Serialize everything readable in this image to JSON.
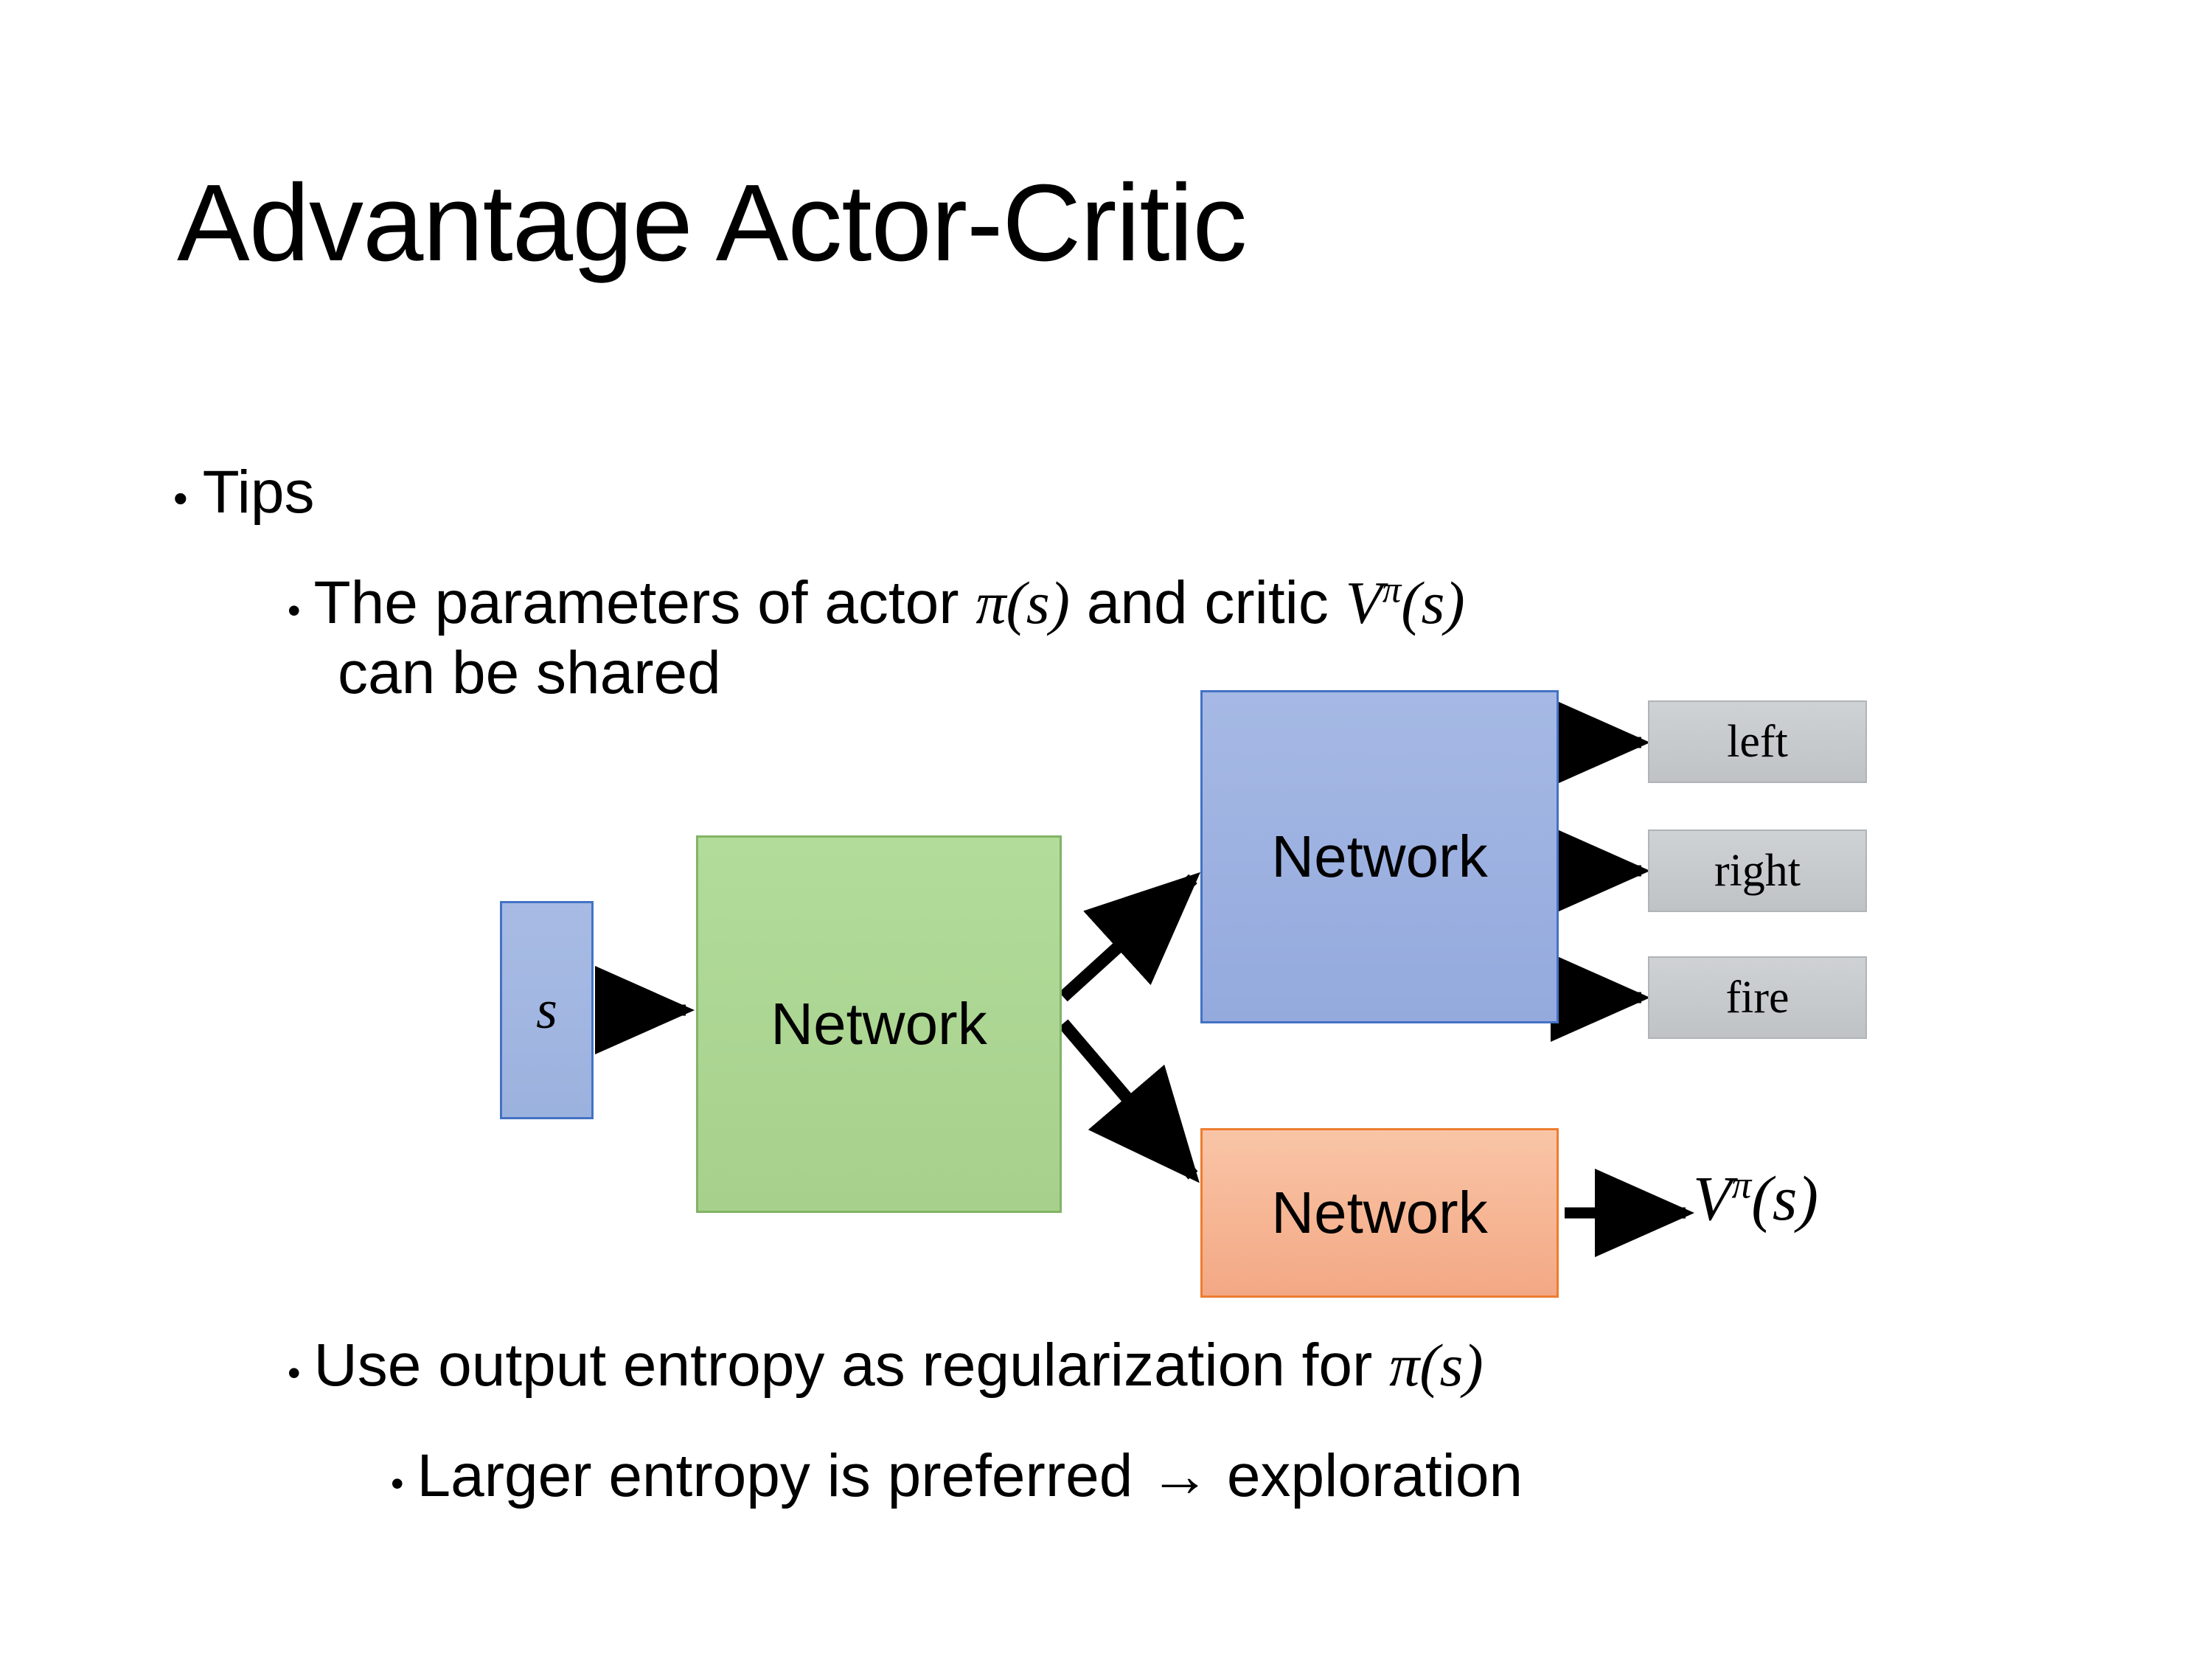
{
  "slide": {
    "title": "Advantage Actor-Critic",
    "background": "#ffffff"
  },
  "bullets": {
    "tips": {
      "marker": "•",
      "text": "Tips"
    },
    "parameters": {
      "marker": "•",
      "text_before": "The parameters of actor ",
      "math_actor": "π(s)",
      "text_middle": "  and critic ",
      "math_critic_base": "V",
      "math_critic_sup": "π",
      "math_critic_arg": "(s)",
      "text_after": "can be shared"
    },
    "entropy": {
      "marker": "•",
      "text_before": "Use output entropy as regularization for ",
      "math": "π(s)"
    },
    "larger_entropy": {
      "marker": "•",
      "text": "Larger entropy is preferred → exploration"
    }
  },
  "diagram": {
    "state_box": {
      "label": "s",
      "fill": "#9cb2de",
      "border": "#4472c4"
    },
    "shared_network": {
      "label": "Network",
      "fill": "#a6d08b",
      "border": "#82b366"
    },
    "actor_network": {
      "label": "Network",
      "fill": "#94aadd",
      "border": "#4472c4"
    },
    "critic_network": {
      "label": "Network",
      "fill": "#f3a884",
      "border": "#ed7d31"
    },
    "actions": [
      {
        "label": "left",
        "fill": "#c6cace",
        "border": "#b0b4b7"
      },
      {
        "label": "right",
        "fill": "#c6cace",
        "border": "#b0b4b7"
      },
      {
        "label": "fire",
        "fill": "#c6cace",
        "border": "#b0b4b7"
      }
    ],
    "value_output": {
      "base": "V",
      "sup": "π",
      "arg": "(s)"
    },
    "arrow_color": "#000000"
  }
}
